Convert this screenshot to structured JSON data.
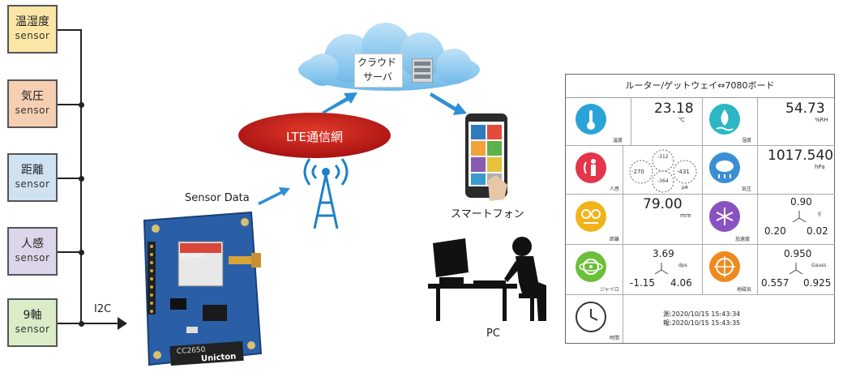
{
  "sensors": [
    {
      "name": "温湿度",
      "sub": "sensor",
      "color": "#fbe6a6"
    },
    {
      "name": "気圧",
      "sub": "sensor",
      "color": "#f6cfb3"
    },
    {
      "name": "距離",
      "sub": "sensor",
      "color": "#cfe2f2"
    },
    {
      "name": "人感",
      "sub": "sensor",
      "color": "#ddd6ea"
    },
    {
      "name": "9軸",
      "sub": "sensor",
      "color": "#dbecc8"
    }
  ],
  "bus_label": "I2C",
  "sensor_data_label": "Sensor Data",
  "network_label": "LTE通信網",
  "cloud": {
    "line1": "クラウド",
    "line2": "サーバ"
  },
  "smartphone_label": "スマートフォン",
  "pc_label": "PC",
  "board": {
    "module_label": "SIM7080G",
    "chip_label": "CC2650",
    "brand": "Unicton"
  },
  "dashboard": {
    "title": "ルーター/ゲットウェイ⇔7080ボード",
    "temperature": {
      "value": "23.18",
      "unit": "℃",
      "label": "温度"
    },
    "humidity": {
      "value": "54.73",
      "unit": "%RH",
      "label": "湿度"
    },
    "motion": {
      "label": "人感",
      "values": [
        "-312",
        "-270",
        "-431",
        "-364"
      ],
      "unit": "pA"
    },
    "pressure": {
      "value": "1017.540",
      "unit": "hPa",
      "label": "気圧"
    },
    "distance": {
      "value": "79.00",
      "unit": "mm",
      "label": "距離"
    },
    "accel": {
      "label": "加速度",
      "unit": "g",
      "top": "0.90",
      "left": "0.20",
      "right": "0.02"
    },
    "gyro": {
      "label": "ジャイロ",
      "unit": "dps",
      "top": "3.69",
      "left": "-1.15",
      "right": "4.06"
    },
    "magnet": {
      "label": "地磁気",
      "unit": "Gauss",
      "top": "0.950",
      "left": "0.557",
      "right": "0.925"
    },
    "time": {
      "label": "時間",
      "line1": "測:2020/10/15 15:43:34",
      "line2": "報:2020/10/15 15:43:35"
    }
  }
}
